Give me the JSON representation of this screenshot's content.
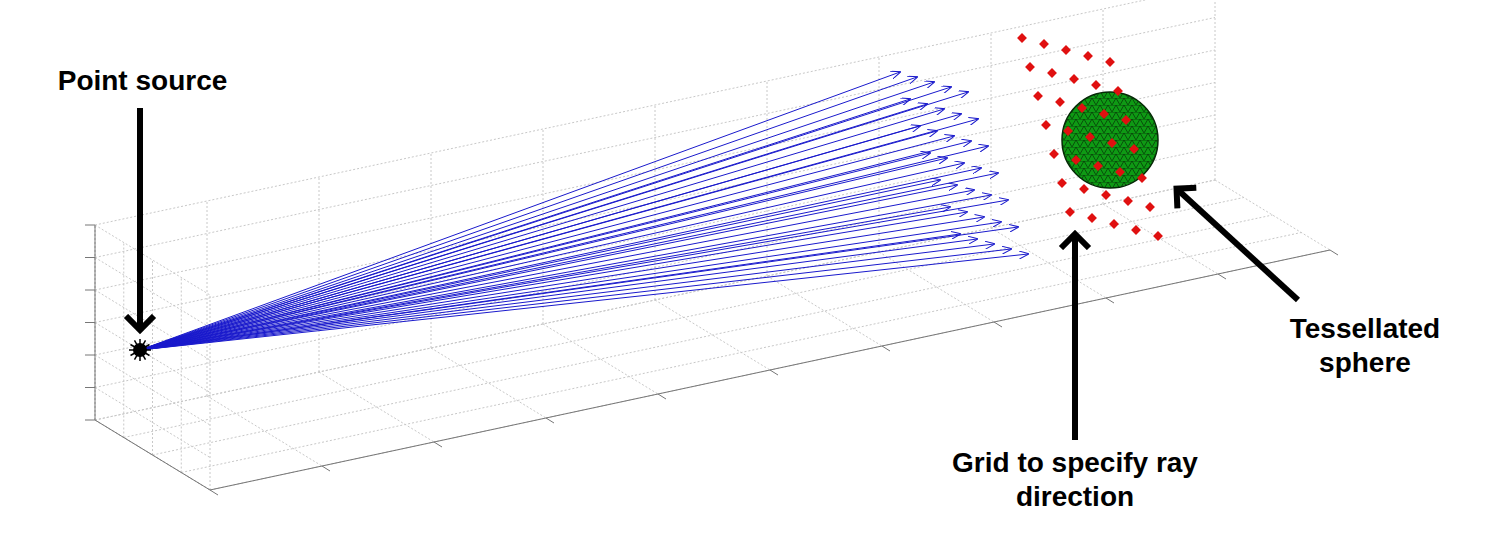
{
  "diagram": {
    "labels": [
      "Point source",
      "Grid to specify ray direction",
      "Tessellated sphere"
    ]
  }
}
